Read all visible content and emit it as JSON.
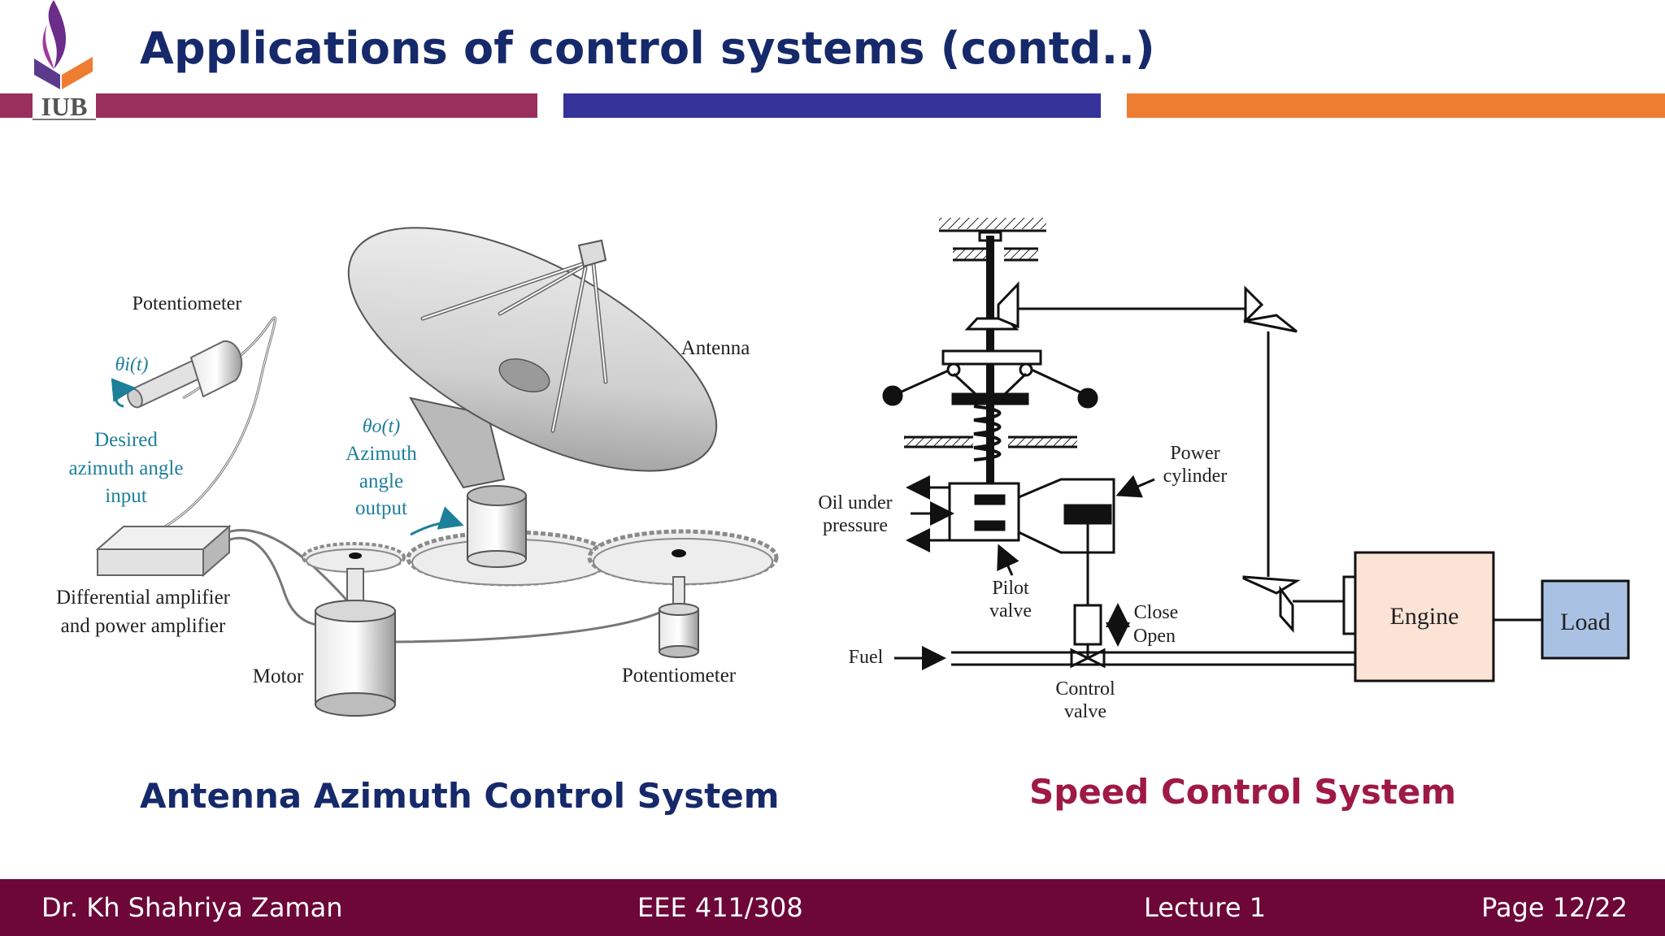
{
  "slide": {
    "title": "Applications of control systems (contd..)",
    "logo_text": "IUB"
  },
  "left_figure": {
    "caption": "Antenna Azimuth Control System",
    "labels": {
      "potentiometer_top": "Potentiometer",
      "theta_i": "θi(t)",
      "desired_line1": "Desired",
      "desired_line2": "azimuth angle",
      "desired_line3": "input",
      "antenna": "Antenna",
      "theta_o": "θo(t)",
      "azimuth_line1": "Azimuth",
      "azimuth_line2": "angle",
      "azimuth_line3": "output",
      "diff_amp_line1": "Differential amplifier",
      "diff_amp_line2": "and power amplifier",
      "motor": "Motor",
      "potentiometer_bottom": "Potentiometer"
    }
  },
  "right_figure": {
    "caption": "Speed Control System",
    "labels": {
      "power_cyl_line1": "Power",
      "power_cyl_line2": "cylinder",
      "oil_line1": "Oil under",
      "oil_line2": "pressure",
      "pilot_line1": "Pilot",
      "pilot_line2": "valve",
      "close": "Close",
      "open": "Open",
      "fuel": "Fuel",
      "control_valve_line1": "Control",
      "control_valve_line2": "valve",
      "engine": "Engine",
      "load": "Load"
    }
  },
  "footer": {
    "author": "Dr. Kh Shahriya Zaman",
    "course": "EEE 411/308",
    "lecture": "Lecture 1",
    "page": "Page 12/22"
  },
  "colors": {
    "title": "#16296a",
    "bar_magenta": "#9a2f5c",
    "bar_blue": "#333399",
    "bar_orange": "#ee7d31",
    "footer_bg": "#6c0737",
    "caption_left": "#16296a",
    "caption_right": "#9e1a45",
    "annotation_teal": "#1e7f9a",
    "engine_fill": "#fbe3d6",
    "load_fill": "#a9c2e4"
  }
}
